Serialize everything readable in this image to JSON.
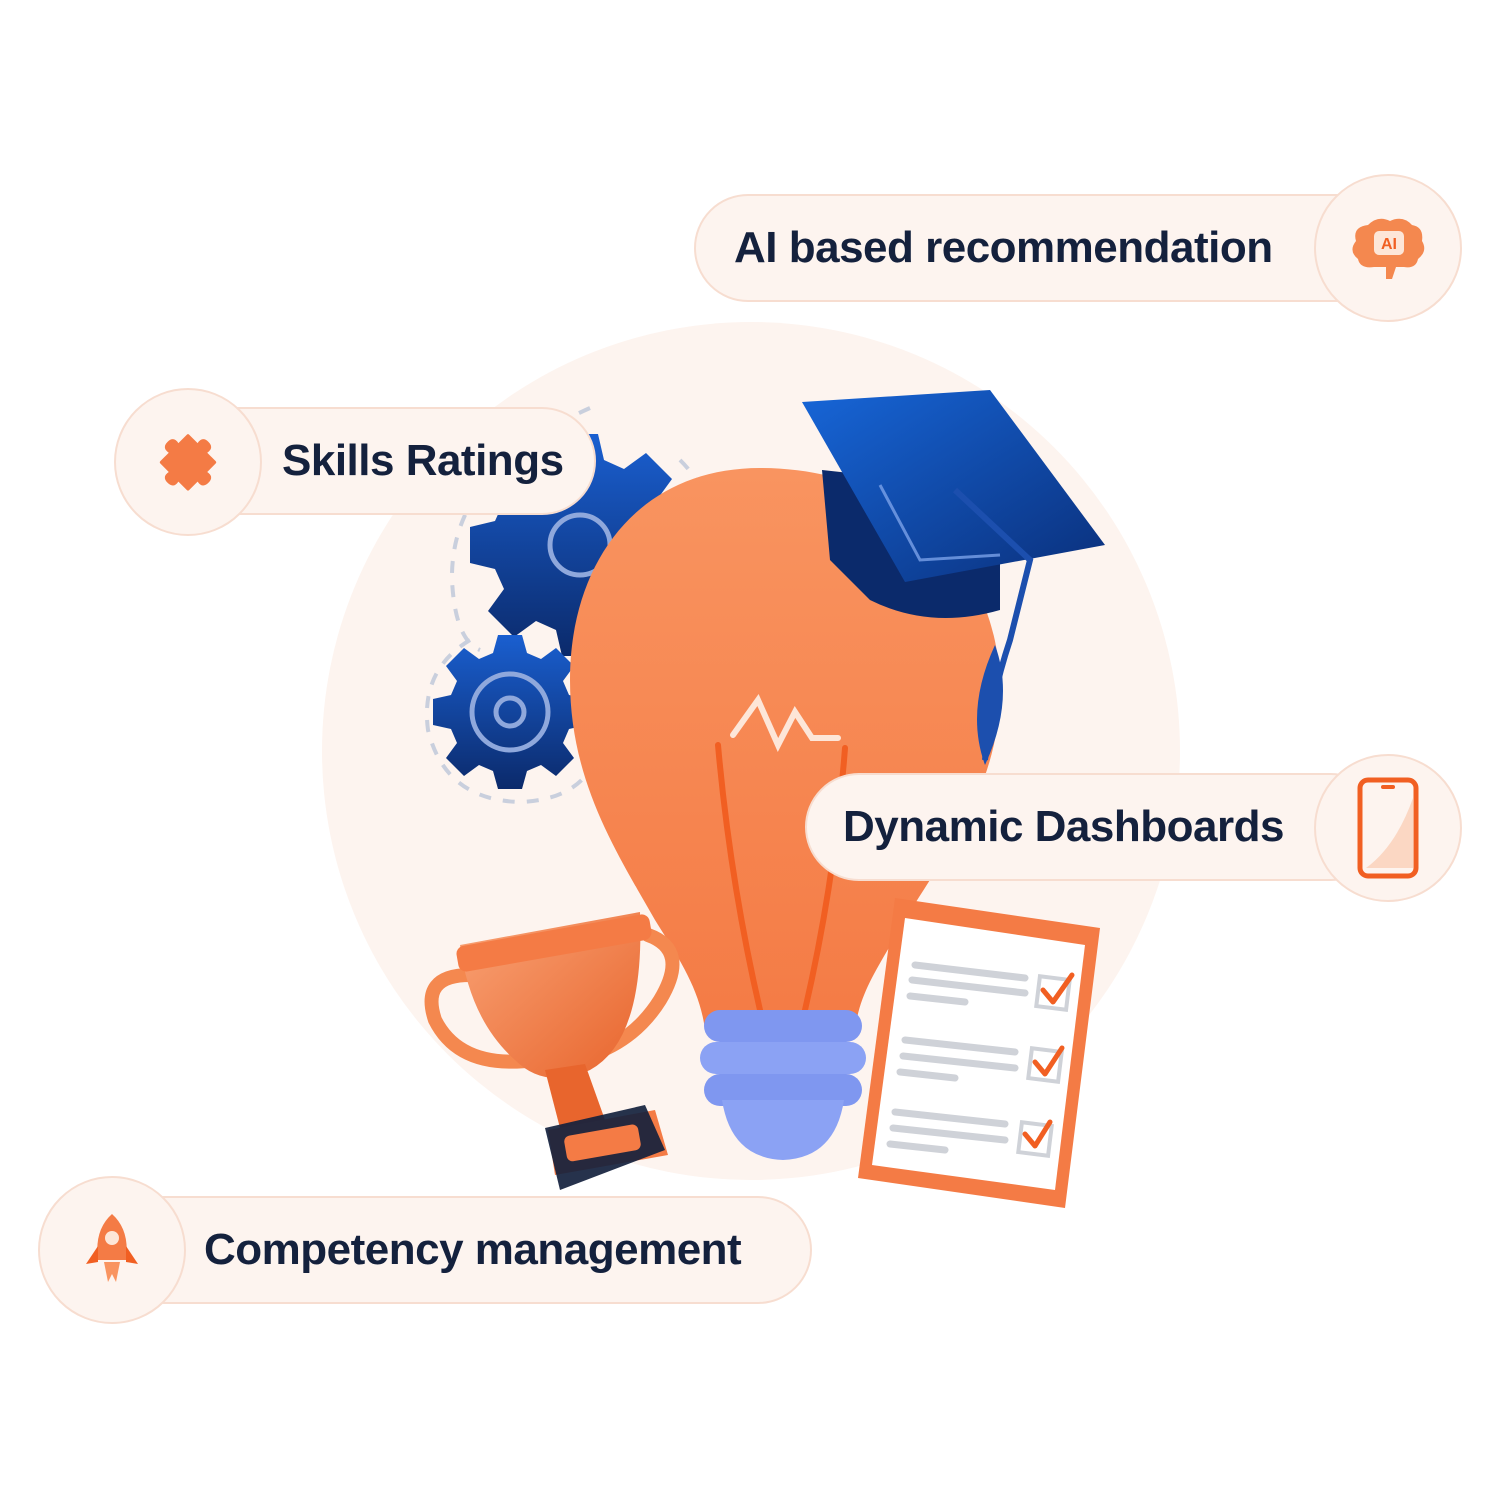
{
  "features": {
    "ai": {
      "label": "AI based recommendation",
      "icon": "ai-brain-icon",
      "icon_text": "AI"
    },
    "skills": {
      "label": "Skills Ratings",
      "icon": "puzzle-piece-icon"
    },
    "dashboards": {
      "label": "Dynamic Dashboards",
      "icon": "smartphone-icon"
    },
    "competency": {
      "label": "Competency management",
      "icon": "rocket-icon"
    }
  },
  "illustration": {
    "items": [
      "lightbulb",
      "graduation-cap",
      "gears",
      "trophy",
      "checklist-clipboard"
    ]
  },
  "colors": {
    "accent_orange": "#f47b45",
    "navy": "#0d3a85",
    "text_dark": "#14213d",
    "pill_bg": "#fdf4ef",
    "pill_border": "#f7ddd0",
    "bulb_base": "#7f97f0"
  }
}
